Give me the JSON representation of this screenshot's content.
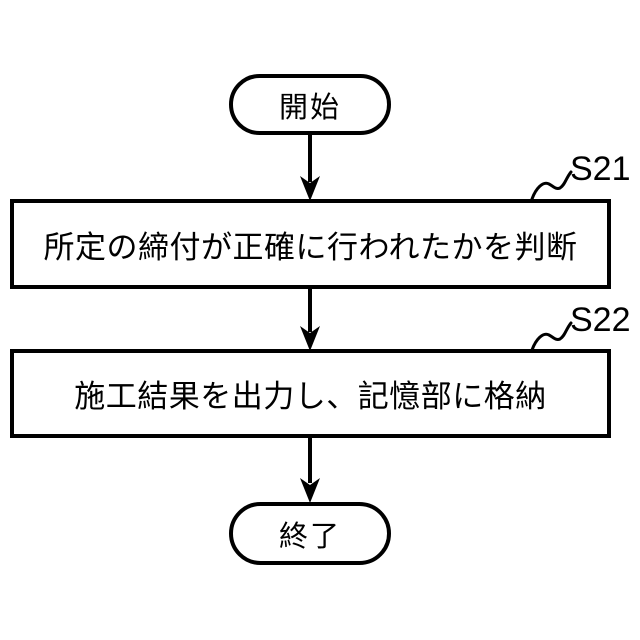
{
  "flowchart": {
    "colors": {
      "line": "#000000",
      "background": "#ffffff"
    },
    "nodes": {
      "start": {
        "type": "terminal",
        "label": "開始"
      },
      "s21": {
        "type": "process",
        "step_id": "S21",
        "label": "所定の締付が正確に行われたかを判断"
      },
      "s22": {
        "type": "process",
        "step_id": "S22",
        "label": "施工結果を出力し、記憶部に格納"
      },
      "end": {
        "type": "terminal",
        "label": "終了"
      }
    },
    "edges": [
      {
        "from": "start",
        "to": "s21"
      },
      {
        "from": "s21",
        "to": "s22"
      },
      {
        "from": "s22",
        "to": "end"
      }
    ]
  }
}
